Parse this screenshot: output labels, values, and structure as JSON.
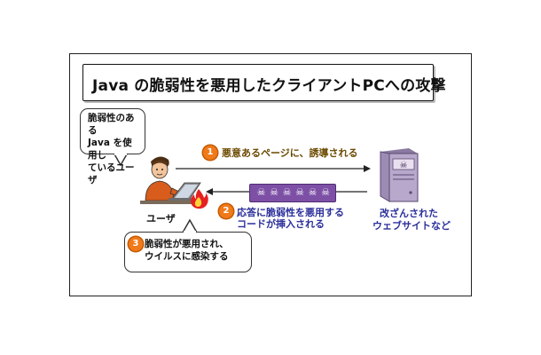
{
  "title": "Java の脆弱性を悪用したクライアントPCへの攻撃",
  "user_bubble_lines": [
    "脆弱性のある",
    "Java を使用し",
    "ているユーザ"
  ],
  "user_label": "ユーザ",
  "server_label_lines": [
    "改ざんされた",
    "ウェブサイトなど"
  ],
  "steps": [
    {
      "num": "1",
      "lines": [
        "悪意あるページに、誘導される"
      ]
    },
    {
      "num": "2",
      "lines": [
        "応答に脆弱性を悪用する",
        "コードが挿入される"
      ]
    },
    {
      "num": "3",
      "lines": [
        "脆弱性が悪用され、",
        "ウイルスに感染する"
      ]
    }
  ],
  "skull_glyph": "☠",
  "skull_count": 6,
  "colors": {
    "step1_text": "#6b4a00",
    "step2_text": "#2b2f9a",
    "server_label": "#2b2f9a",
    "step_number": "#f07a1a",
    "skull_box": "#7d50a6",
    "server_body": "#b8a8cc"
  },
  "icons": [
    "user-at-laptop-icon",
    "fire-icon",
    "server-tower-icon",
    "skull-icon",
    "arrow-right-icon",
    "arrow-left-icon"
  ]
}
